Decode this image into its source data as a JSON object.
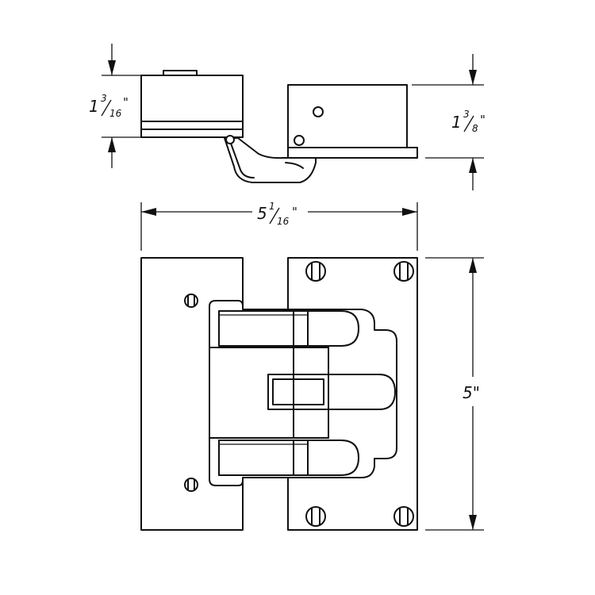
{
  "dimensions": {
    "left_height": {
      "whole": "1",
      "num": "3",
      "den": "16",
      "unit": "\""
    },
    "right_height": {
      "whole": "1",
      "num": "3",
      "den": "8",
      "unit": "\""
    },
    "width": {
      "whole": "5",
      "num": "1",
      "den": "16",
      "unit": "\""
    },
    "length": {
      "value": "5\""
    }
  },
  "line_color": "#111111",
  "background": "#ffffff"
}
